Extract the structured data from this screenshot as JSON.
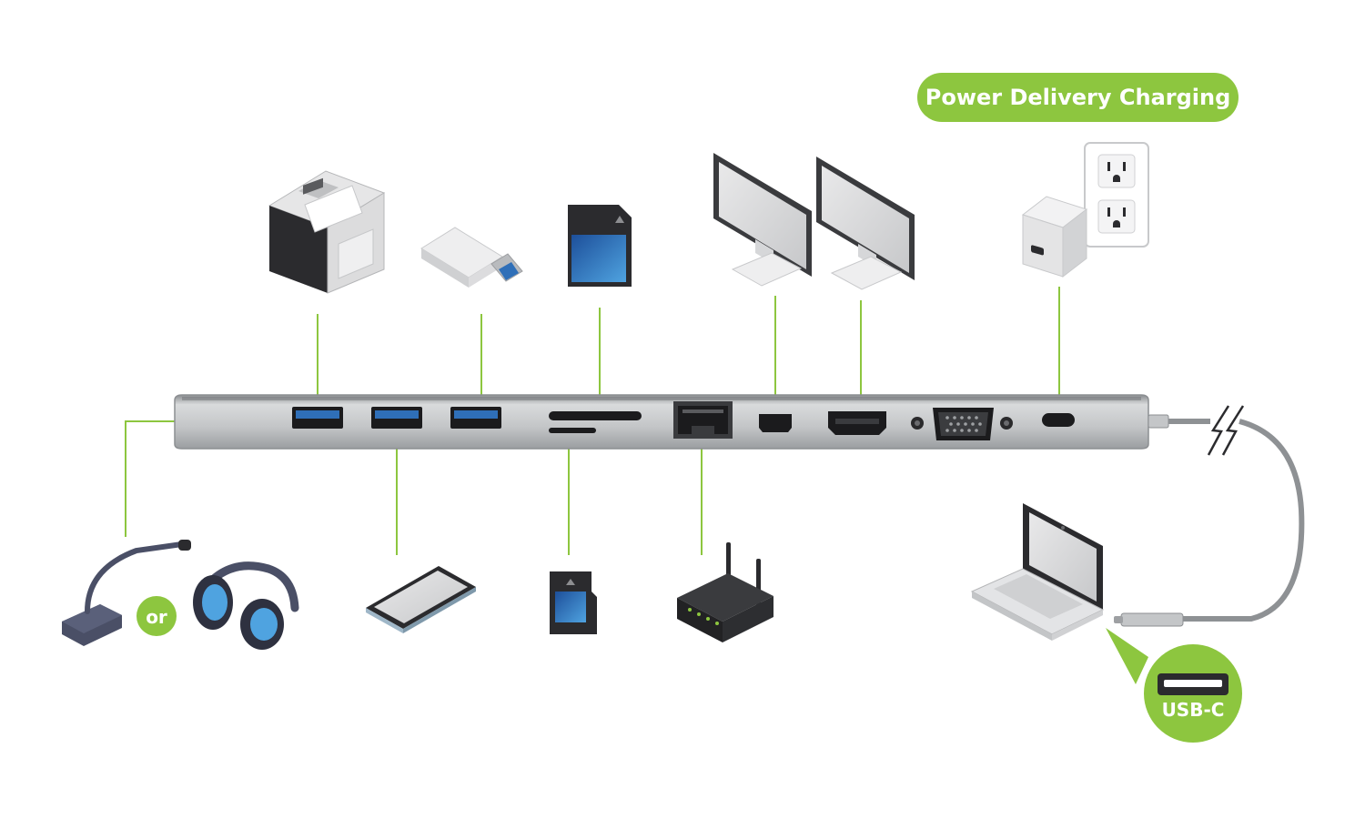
{
  "labels": {
    "power_delivery": "Power Delivery Charging",
    "or": "or",
    "usb_c": "USB-C"
  },
  "colors": {
    "accent_green": "#8dc63f",
    "hub_body": "#c9cbcd",
    "port_blue": "#2f6fb8",
    "device_dark": "#2b2b2e"
  },
  "devices": {
    "top": [
      "printer",
      "usb-flash-drive",
      "sd-card",
      "monitor",
      "monitor",
      "power-adapter",
      "wall-outlet"
    ],
    "bottom": [
      "microphone",
      "headphones",
      "smartphone",
      "microsd-card",
      "router",
      "laptop"
    ]
  },
  "hub_ports": [
    "audio-jack",
    "usb-a",
    "usb-a",
    "usb-a",
    "sd-slot",
    "microsd-slot",
    "ethernet",
    "mini-displayport",
    "hdmi",
    "vga",
    "usb-c-pd"
  ]
}
